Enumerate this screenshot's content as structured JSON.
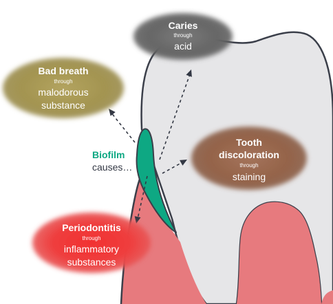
{
  "biofilm": {
    "label": "Biofilm",
    "caption": "causes…"
  },
  "effects": {
    "caries": {
      "title": "Caries",
      "through": "through",
      "cause": "acid"
    },
    "bad_breath": {
      "title": "Bad breath",
      "through": "through",
      "cause_line1": "malodorous",
      "cause_line2": "substance"
    },
    "discoloration": {
      "title_line1": "Tooth",
      "title_line2": "discoloration",
      "through": "through",
      "cause": "staining"
    },
    "periodontitis": {
      "title": "Periodontitis",
      "through": "through",
      "cause_line1": "inflammatory",
      "cause_line2": "substances"
    }
  },
  "colors": {
    "tooth": "#e6e6e8",
    "tooth_outline": "#3b3f4a",
    "gum": "#e77a7e",
    "biofilm": "#0ea883",
    "caries_blob": "#6a6a6a",
    "bad_breath_blob": "#a39450",
    "discoloration_blob": "#97664b",
    "periodontitis_blob": "#f23a3a"
  }
}
